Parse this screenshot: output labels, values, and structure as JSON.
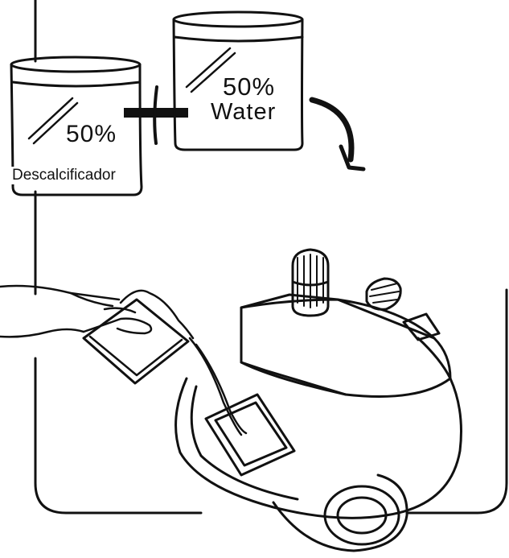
{
  "labels": {
    "left_percent": "50%",
    "left_name": "Descalcificador",
    "right_percent": "50%",
    "right_name": "Water"
  },
  "colors": {
    "ink": "#111111",
    "background": "#ffffff"
  },
  "icons": {
    "arrow": "curved-arrow-icon",
    "plus": "plus-icon"
  }
}
